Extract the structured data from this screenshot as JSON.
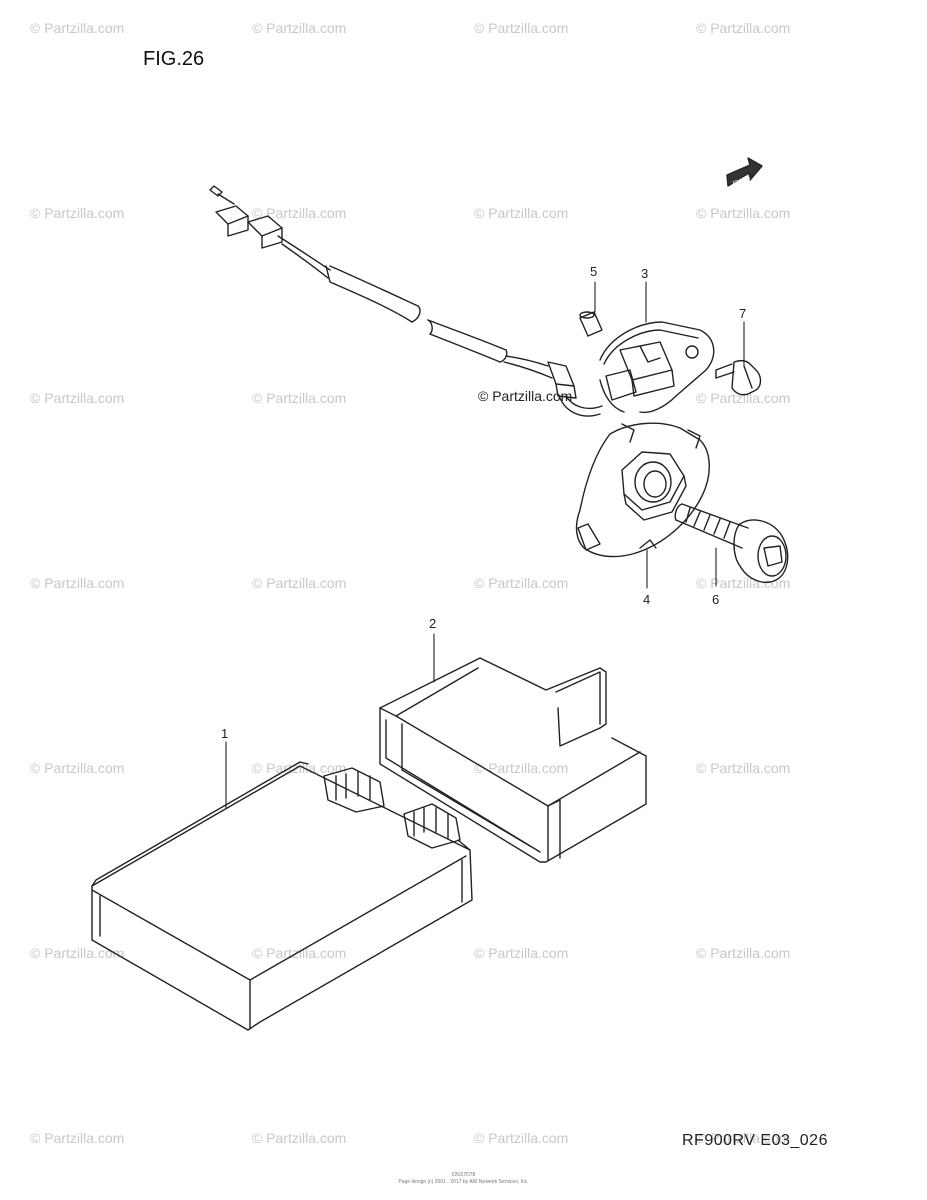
{
  "figure": {
    "title": "FIG.26",
    "code": "RF900RV E03_026"
  },
  "watermark": {
    "text": "© Partzilla.com",
    "center_text": "© Partzilla.com"
  },
  "footer": {
    "line1": "026S7D78",
    "line2": "Page design (c) 2001 - 2017 by ARI Network Services, Inc."
  },
  "callouts": {
    "c1": "1",
    "c2": "2",
    "c3": "3",
    "c4": "4",
    "c5": "5",
    "c6": "6",
    "c7": "7"
  },
  "front_marker": "FWD",
  "colors": {
    "line": "#222222",
    "watermark": "#c8c8c8",
    "background": "#ffffff"
  }
}
